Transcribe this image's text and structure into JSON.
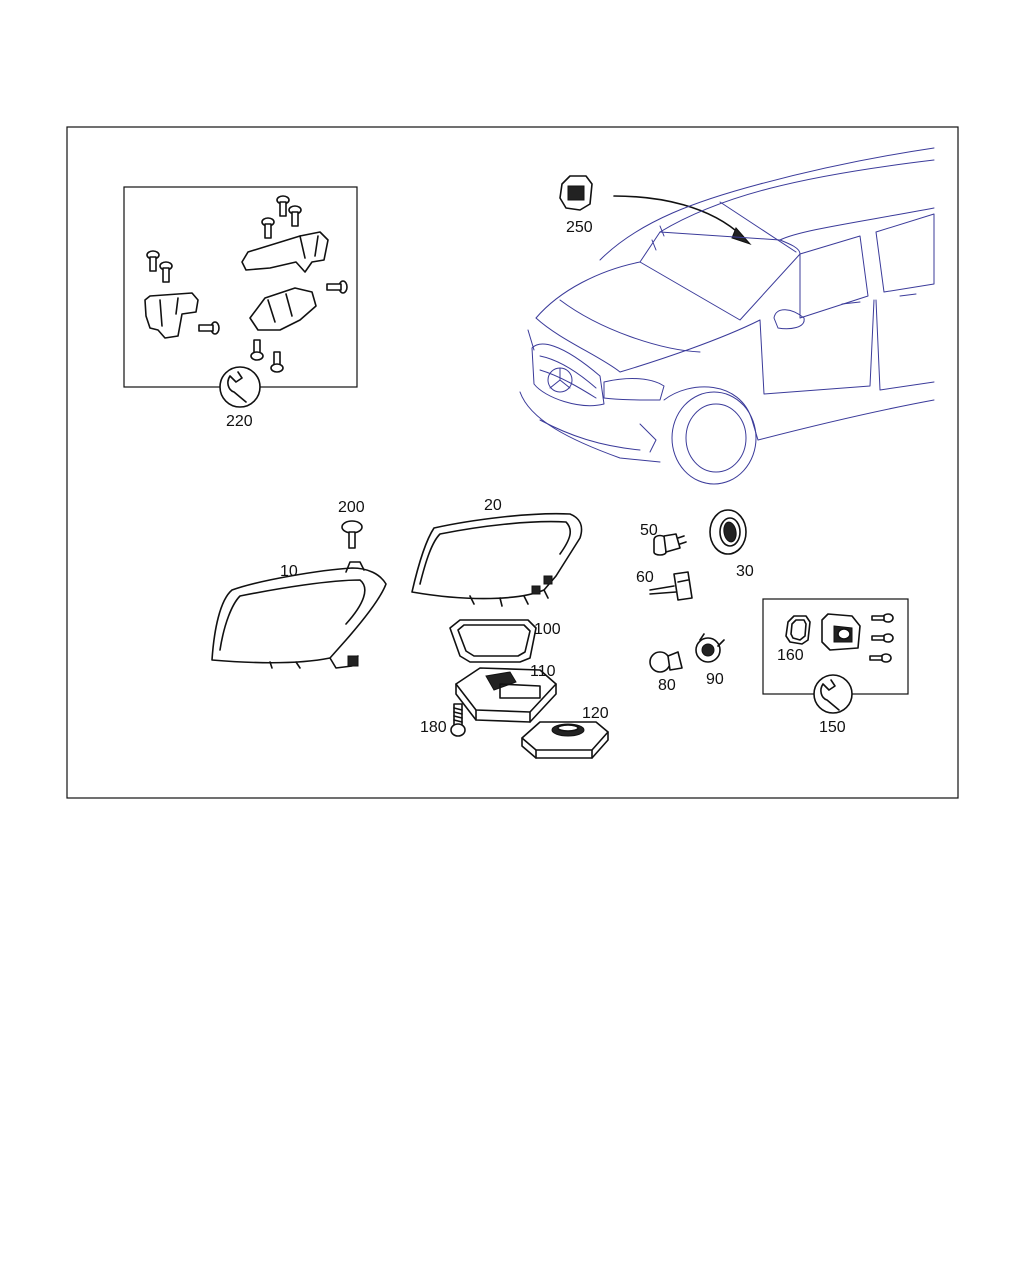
{
  "labels": {
    "p10": "10",
    "p20": "20",
    "p30": "30",
    "p50": "50",
    "p60": "60",
    "p80": "80",
    "p90": "90",
    "p100": "100",
    "p110": "110",
    "p120": "120",
    "p150": "150",
    "p160": "160",
    "p180": "180",
    "p200": "200",
    "p220": "220",
    "p250": "250"
  },
  "icons": {
    "kit_220": "wrench-icon",
    "kit_150": "wrench-icon"
  },
  "colors": {
    "car_outline": "#3b3b9a",
    "parts": "#111111",
    "background": "#ffffff"
  }
}
